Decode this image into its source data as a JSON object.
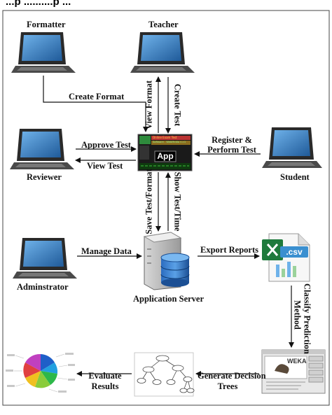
{
  "page": {
    "heading": "...p ..........p ..."
  },
  "nodes": {
    "formatter": "Formatter",
    "teacher": "Teacher",
    "reviewer": "Reviewer",
    "student": "Student",
    "administrator": "Adminstrator",
    "app": "App",
    "app_screen_line1": "Online Exam Test",
    "app_screen_line2": "Software - WebMedia n.r.1",
    "server": "Application Server",
    "csv": ".csv",
    "weka": "WEKA"
  },
  "edges": {
    "create_format": "Create Format",
    "view_format": "View Format",
    "create_test": "Create Test",
    "approve_test": "Approve Test",
    "view_test": "View Test",
    "register_line1": "Register &",
    "register_line2": "Perform Test",
    "save_test_format": "Save Test/Format",
    "show_test_time": "Show Test/Time",
    "manage_data": "Manage Data",
    "export_reports": "Export Reports",
    "classify_line1": "Classify Prediction",
    "classify_line2": "Method",
    "generate_line1": "Generate Decision",
    "generate_line2": "Trees",
    "evaluate_line1": "Evaluate",
    "evaluate_line2": "Results"
  },
  "colors": {
    "laptop_screen": "#2f6fb0",
    "laptop_body": "#3a3a3a",
    "app_panel": "#1a1a1a",
    "app_accent": "#c0392b",
    "server_blue": "#1f5fa8",
    "excel_green": "#1e7a3c",
    "csv_blue": "#3a8fd0"
  }
}
